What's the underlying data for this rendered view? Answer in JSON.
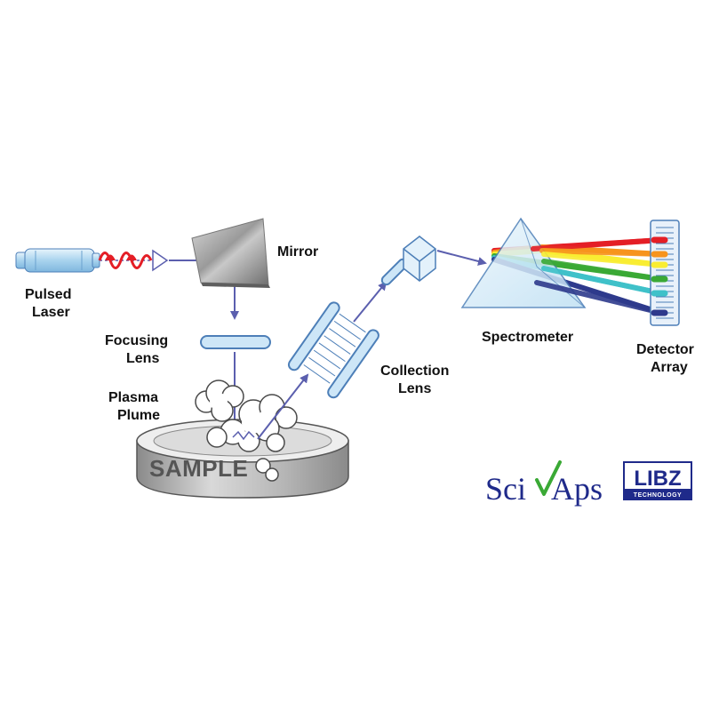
{
  "labels": {
    "pulsed_laser": [
      "Pulsed",
      "Laser"
    ],
    "mirror": "Mirror",
    "focusing_lens": [
      "Focusing",
      "Lens"
    ],
    "plasma_plume": [
      "Plasma",
      "Plume"
    ],
    "collection_lens": [
      "Collection",
      "Lens"
    ],
    "spectrometer": "Spectrometer",
    "detector_array": [
      "Detector",
      "Array"
    ],
    "sample": "SAMPLE"
  },
  "logos": {
    "sciaps": {
      "left": "Sci",
      "right": "Aps"
    },
    "libz": {
      "big": "LIBZ",
      "small": "TECHNOLOGY"
    }
  },
  "colors": {
    "beam": "#5b5fae",
    "lens_fill": "#cde6f7",
    "lens_stroke": "#4d7fb8",
    "laser_body": "#a9d3ee",
    "pulse_red": "#e41e26",
    "logo_navy": "#1f2a8a",
    "logo_green": "#3aa935",
    "spectrum": [
      "#e41e26",
      "#f7941d",
      "#f9ed32",
      "#3aa935",
      "#3fc1c9",
      "#2e3a8c"
    ]
  }
}
